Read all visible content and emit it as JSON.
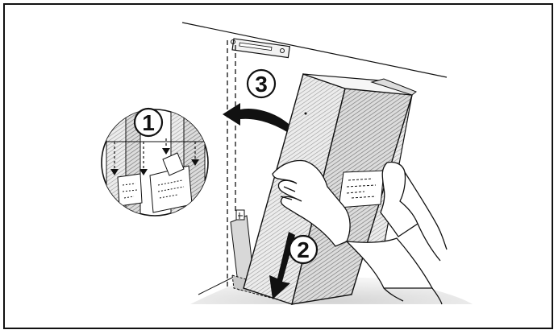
{
  "steps": {
    "step1": {
      "number": "1"
    },
    "step2": {
      "number": "2"
    },
    "step3": {
      "number": "3"
    }
  },
  "colors": {
    "outline": "#111111",
    "panel_fill": "#e8e8e8",
    "panel_hatch": "#9a9a9a",
    "floor_fill": "#e2e2e2",
    "arrow_fill": "#111111"
  }
}
